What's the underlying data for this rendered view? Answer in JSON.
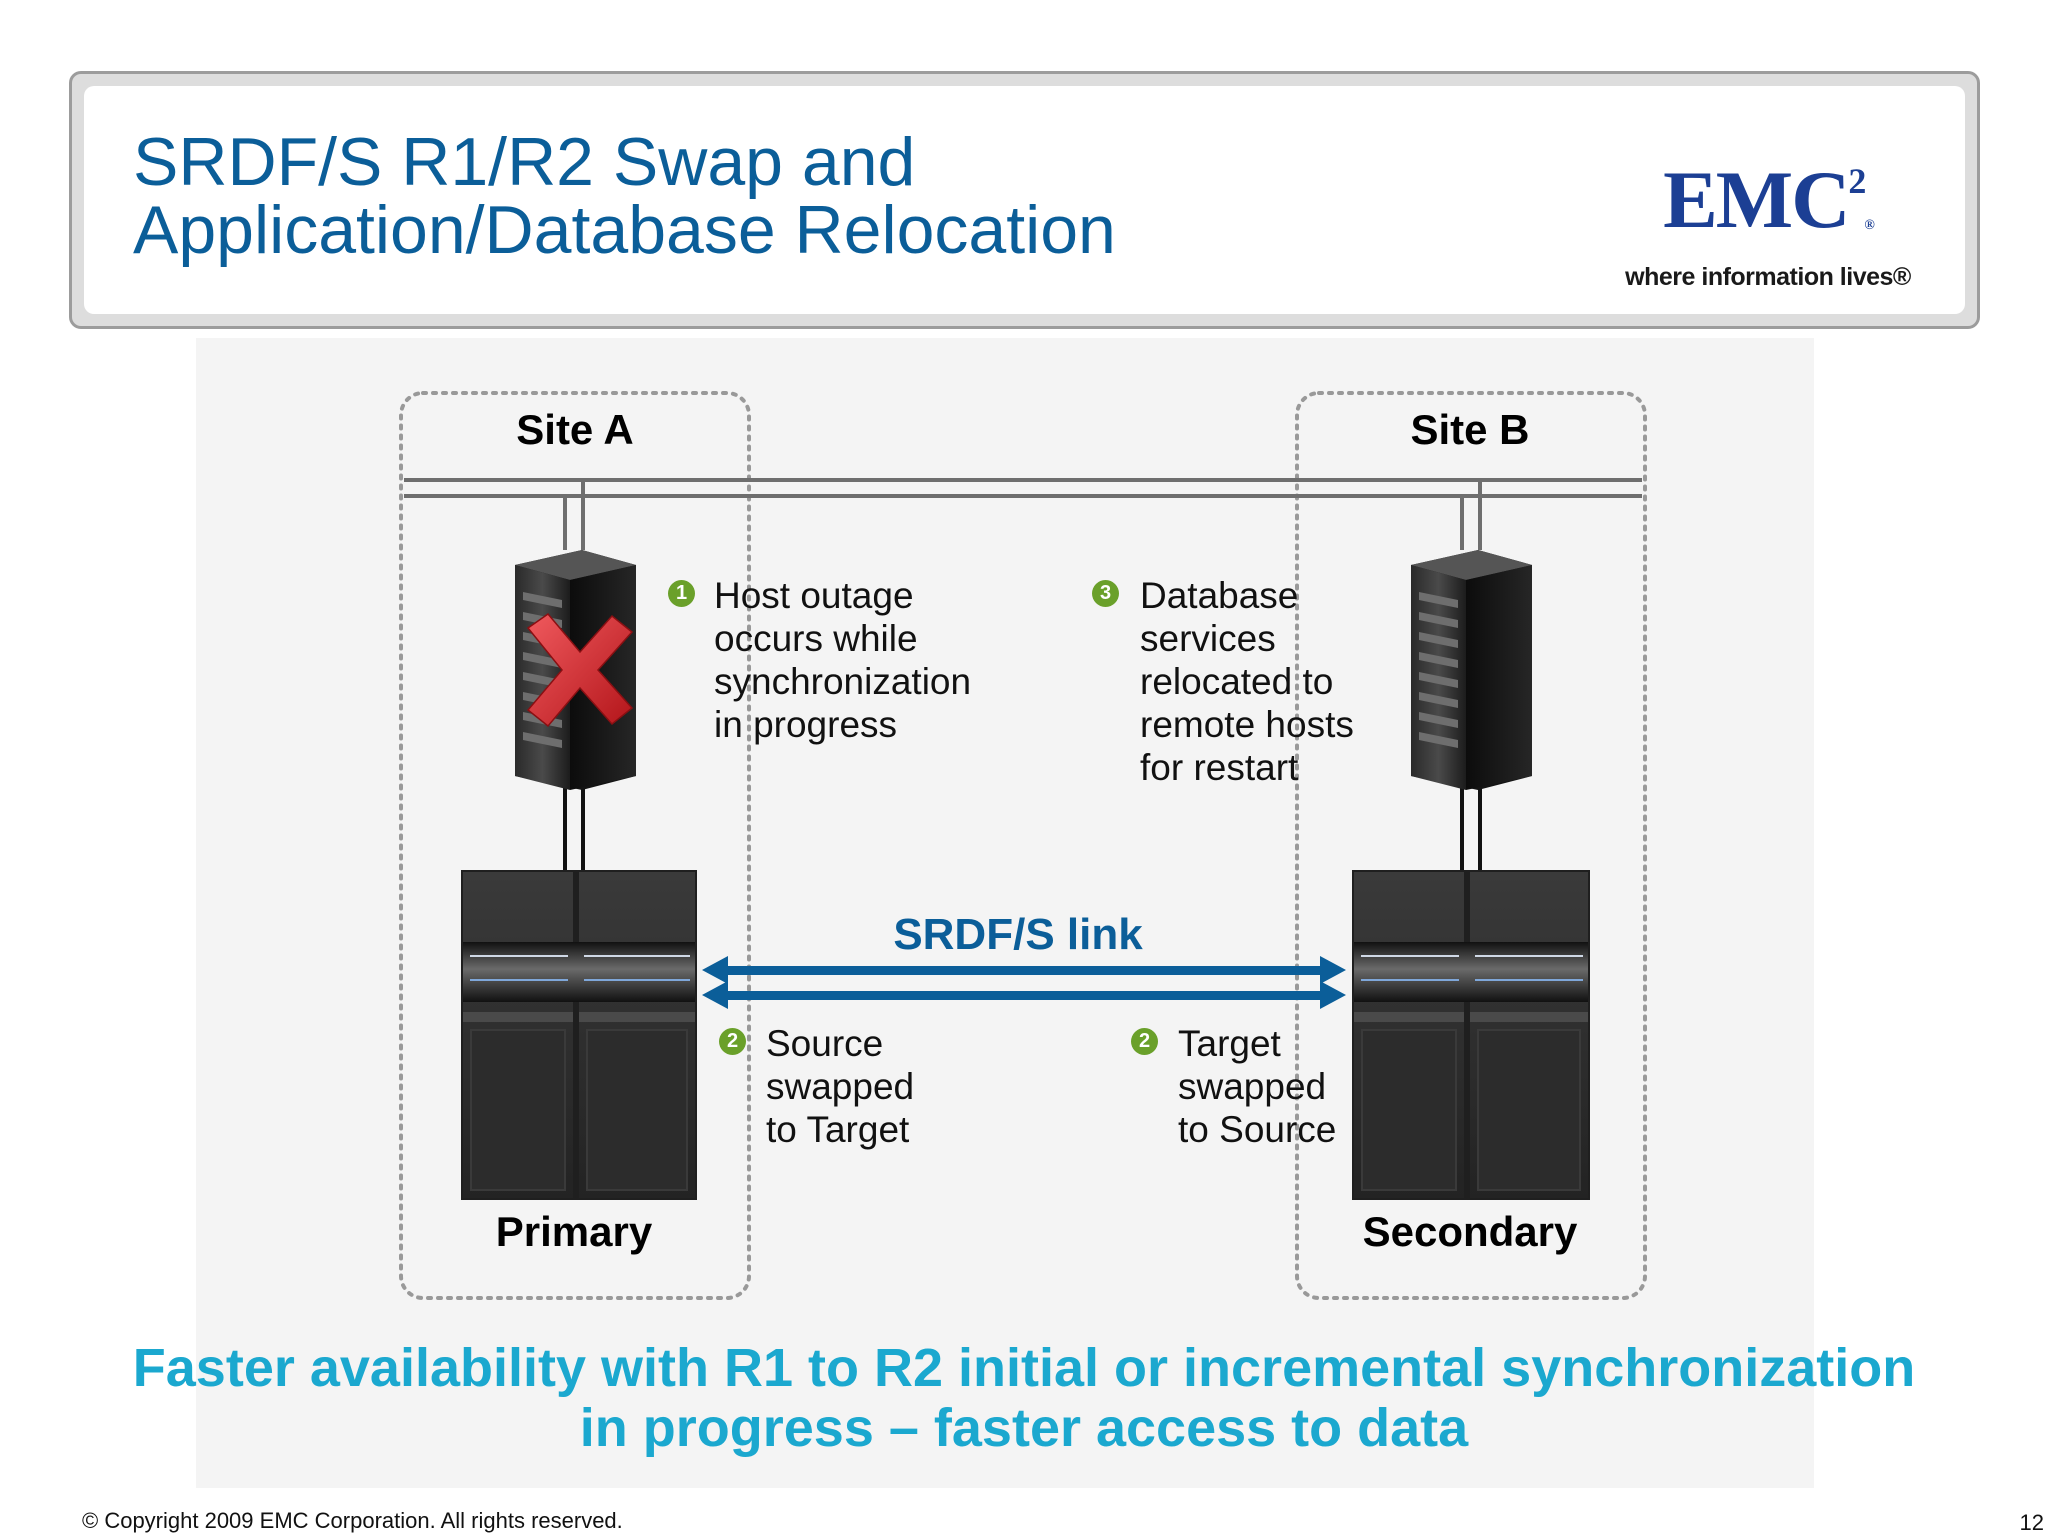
{
  "slide": {
    "title_line1": "SRDF/S R1/R2 Swap and",
    "title_line2": "Application/Database Relocation",
    "page_number": "12",
    "copyright": "© Copyright 2009 EMC Corporation. All rights reserved."
  },
  "logo": {
    "mark": "EMC",
    "superscript": "2",
    "registered": "®",
    "tagline": "where information lives®"
  },
  "diagram": {
    "site_a": "Site A",
    "site_b": "Site B",
    "primary_label": "Primary",
    "secondary_label": "Secondary",
    "link_label": "SRDF/S link",
    "notes": [
      {
        "number": "1",
        "lines": [
          "Host outage",
          "occurs while",
          "synchronization",
          "in progress"
        ]
      },
      {
        "number": "3",
        "lines": [
          "Database",
          "services",
          "relocated to",
          "remote hosts",
          "for restart"
        ]
      },
      {
        "number": "2",
        "lines": [
          "Source",
          "swapped",
          "to Target"
        ]
      },
      {
        "number": "2",
        "lines": [
          "Target",
          "swapped",
          "to Source"
        ]
      }
    ],
    "colors": {
      "link": "#0b5e99",
      "bullet": "#6aa02a",
      "failure_x": "#d9262b"
    }
  },
  "tagline": {
    "line1": "Faster availability with R1 to R2 initial or incremental synchronization",
    "line2": "in progress – faster access to data"
  }
}
